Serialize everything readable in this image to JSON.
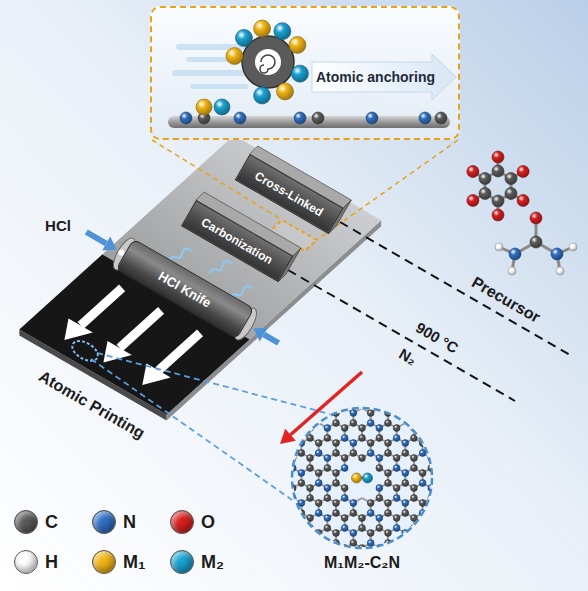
{
  "diagram": {
    "nodes": [
      {
        "text": [
          "Atomic anchoring"
        ]
      },
      {
        "text": [
          "Cross-Linked"
        ]
      },
      {
        "text": [
          "Carbonization"
        ]
      },
      {
        "text": [
          "HCl Knife"
        ]
      },
      {
        "text": [
          "M₁M₂-C₂N"
        ]
      }
    ],
    "labels": [
      "HCl",
      "Precursor",
      "900 °C",
      "N₂",
      "Atomic Printing"
    ],
    "legend": [
      {
        "text": "C",
        "color": "#5a5a5a"
      },
      {
        "text": "N",
        "color": "#2f6fc0"
      },
      {
        "text": "O",
        "color": "#d81e1e"
      },
      {
        "text": "H",
        "color": "#ffffff"
      },
      {
        "text": "M₁",
        "color": "#f0b414"
      },
      {
        "text": "M₂",
        "color": "#1aa0d0"
      }
    ]
  }
}
